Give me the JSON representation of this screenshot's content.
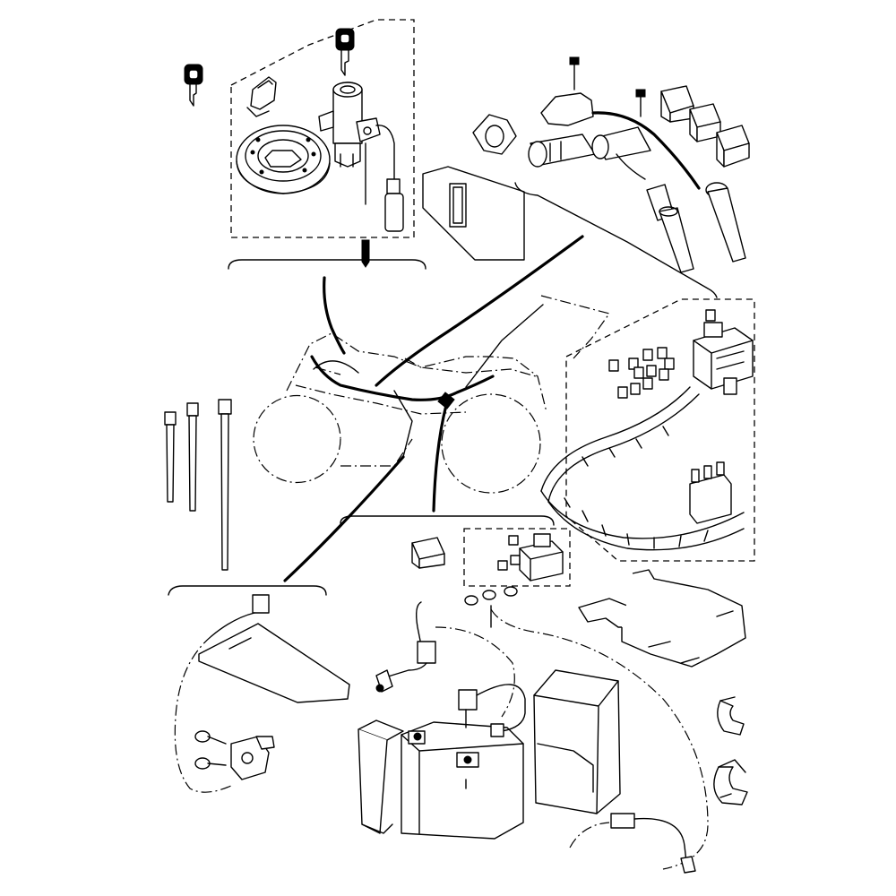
{
  "diagram": {
    "colors": {
      "ink": "#000000",
      "paper": "#ffffff"
    },
    "parts": [
      {
        "name": "ignition-key",
        "icon": "key-icon"
      },
      {
        "name": "main-switch-assembly",
        "icon": "ignition-switch-icon"
      },
      {
        "name": "fuel-tank-cap",
        "icon": "fuel-cap-icon"
      },
      {
        "name": "label-sheet",
        "icon": "label-icon"
      },
      {
        "name": "ignition-coils",
        "icon": "ignition-coil-icon"
      },
      {
        "name": "relays",
        "icon": "relay-icon"
      },
      {
        "name": "spark-plug-caps",
        "icon": "spark-plug-cap-icon"
      },
      {
        "name": "motorcycle-outline",
        "icon": "motorcycle-icon"
      },
      {
        "name": "cable-ties",
        "icon": "cable-tie-icon"
      },
      {
        "name": "fuses",
        "icon": "fuse-icon"
      },
      {
        "name": "fuse-box",
        "icon": "fuse-box-icon"
      },
      {
        "name": "wire-harness",
        "icon": "wire-harness-icon"
      },
      {
        "name": "starter-relay",
        "icon": "starter-relay-icon"
      },
      {
        "name": "battery",
        "icon": "battery-icon"
      },
      {
        "name": "battery-cover",
        "icon": "battery-cover-icon"
      },
      {
        "name": "battery-band",
        "icon": "battery-band-icon"
      },
      {
        "name": "battery-cables",
        "icon": "battery-cable-icon"
      },
      {
        "name": "sensor",
        "icon": "sensor-icon"
      },
      {
        "name": "cable-clamps",
        "icon": "clamp-icon"
      },
      {
        "name": "plates",
        "icon": "plate-icon"
      }
    ]
  }
}
